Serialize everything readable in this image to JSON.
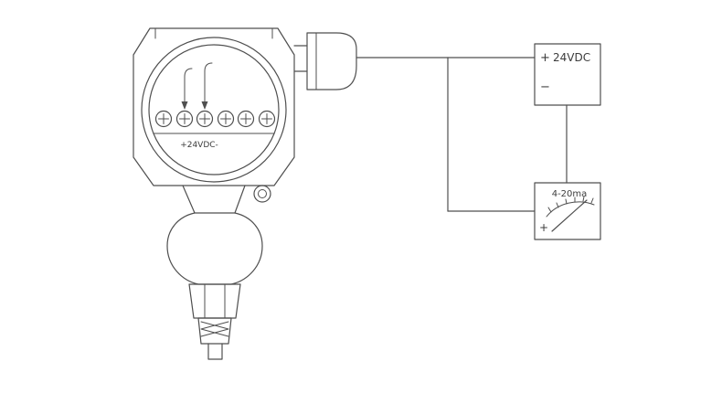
{
  "diagram": {
    "colors": {
      "line": "#4f4f4f",
      "text": "#3c3c3c",
      "background": "#ffffff"
    },
    "transmitter": {
      "terminal_label": "+24VDC-",
      "terminal_count": 6
    },
    "power_supply": {
      "plus_label": "+",
      "name_label": "24VDC",
      "minus_label": "−"
    },
    "meter": {
      "range_label": "4-20ma",
      "plus_label": "+"
    }
  }
}
